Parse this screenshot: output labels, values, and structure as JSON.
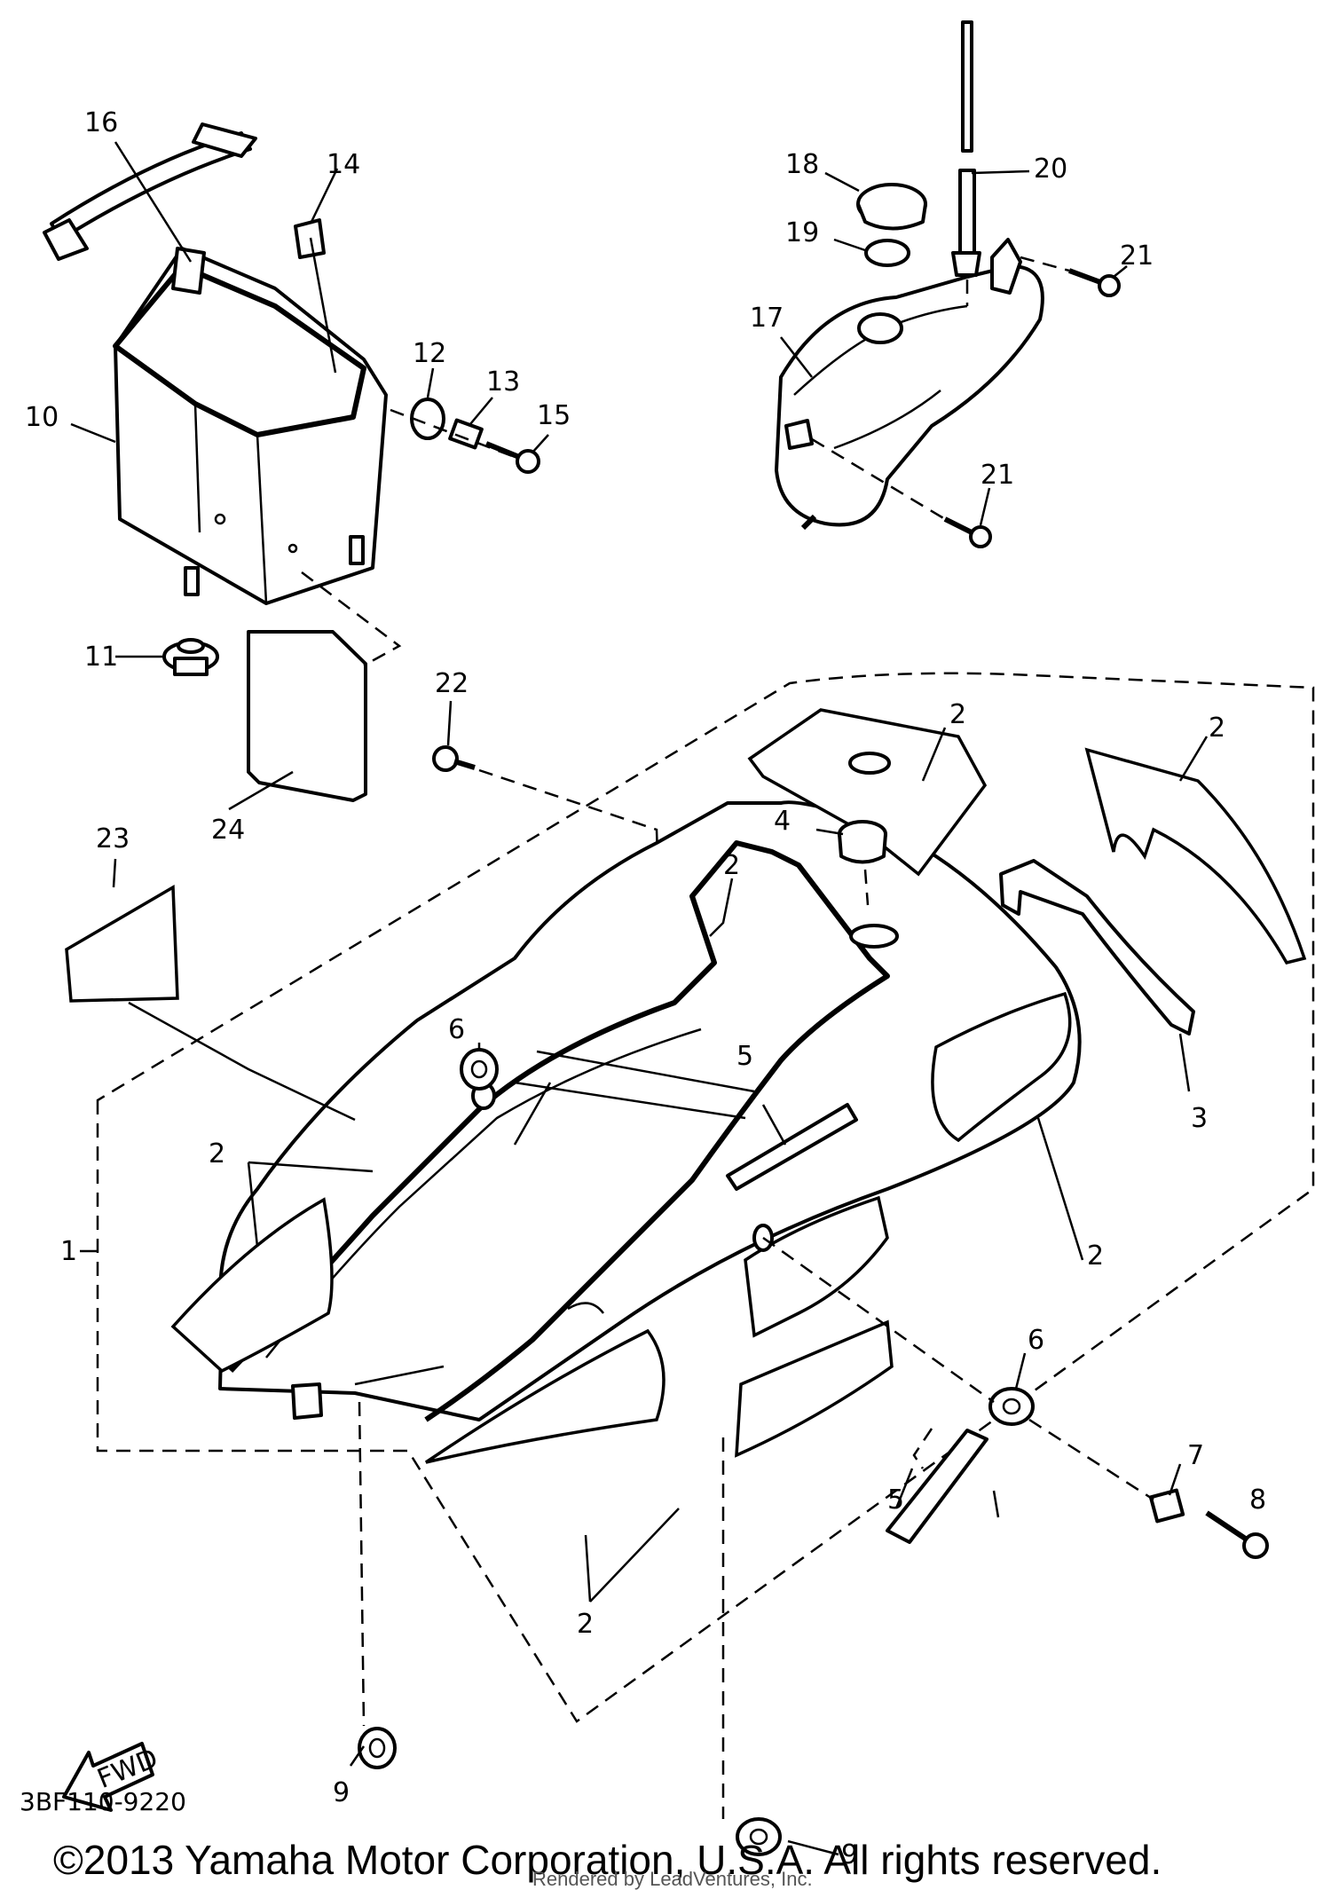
{
  "diagram": {
    "figure_code": "3BF110-9220",
    "fwd_label": "FWD",
    "copyright": "©2013 Yamaha Motor Corporation, U.S.A. All rights reserved.",
    "watermark": "Rendered by LeadVentures, Inc."
  },
  "callouts": [
    "1",
    "2",
    "2",
    "2",
    "2",
    "2",
    "2",
    "3",
    "4",
    "5",
    "5",
    "6",
    "6",
    "7",
    "8",
    "9",
    "9",
    "10",
    "11",
    "12",
    "13",
    "14",
    "15",
    "16",
    "17",
    "18",
    "19",
    "20",
    "21",
    "21",
    "22",
    "23",
    "24"
  ]
}
